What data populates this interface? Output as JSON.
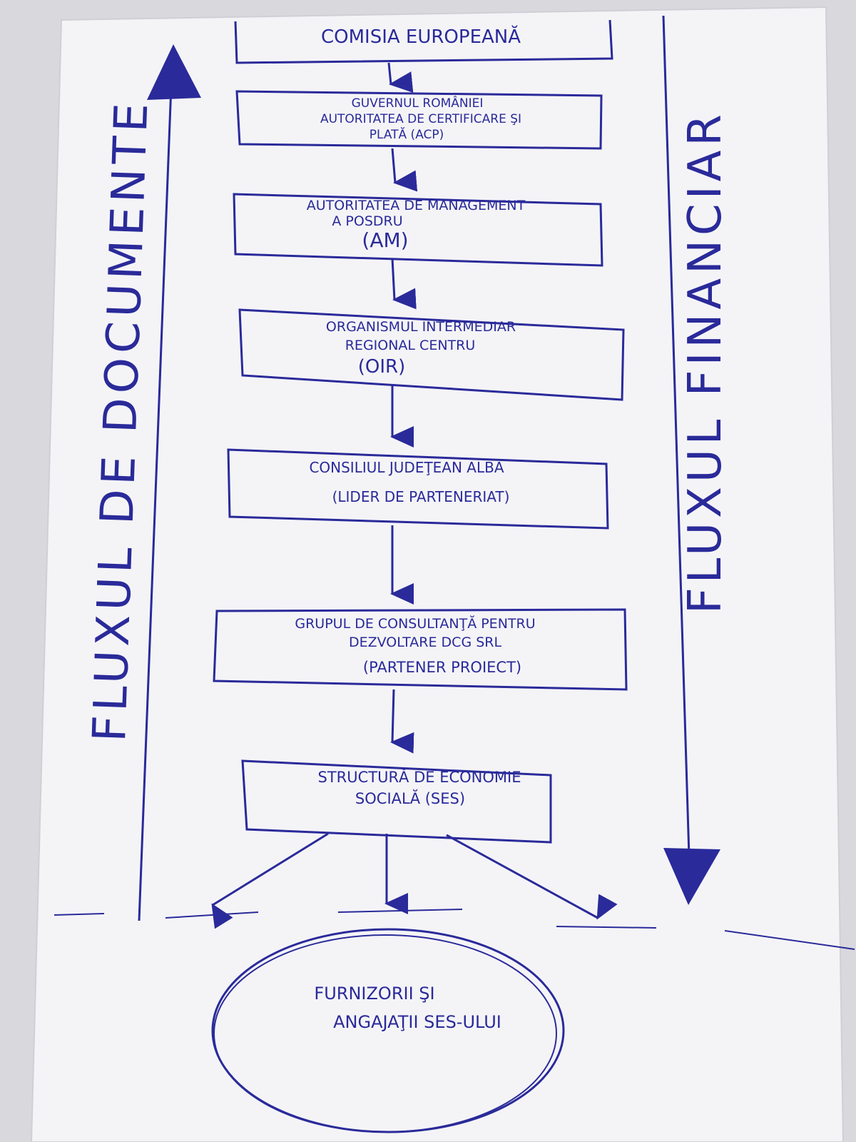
{
  "diagram": {
    "ink_color": "#2a2a9a",
    "paper_color": "#f4f4f7",
    "side_labels": {
      "left": "FLUXUL DE DOCUMENTE",
      "right": "FLUXUL FINANCIAR"
    },
    "boxes": [
      {
        "lines": [
          "COMISIA EUROPEANĂ"
        ]
      },
      {
        "lines": [
          "GUVERNUL ROMÂNIEI",
          "AUTORITATEA DE CERTIFICARE ŞI",
          "PLATĂ (ACP)"
        ]
      },
      {
        "lines": [
          "AUTORITATEA DE MANAGEMENT",
          "A POSDRU",
          "(AM)"
        ]
      },
      {
        "lines": [
          "ORGANISMUL INTERMEDIAR",
          "REGIONAL CENTRU",
          "(OIR)"
        ]
      },
      {
        "lines": [
          "CONSILIUL JUDEŢEAN ALBA",
          "(LIDER DE PARTENERIAT)"
        ]
      },
      {
        "lines": [
          "GRUPUL DE CONSULTANŢĂ PENTRU",
          "DEZVOLTARE DCG SRL",
          "(PARTENER PROIECT)"
        ]
      },
      {
        "lines": [
          "STRUCTURĂ DE ECONOMIE",
          "SOCIALĂ (SES)"
        ]
      }
    ],
    "ellipse": {
      "lines": [
        "FURNIZORII ŞI",
        "ANGAJAŢII SES-ULUI"
      ]
    }
  }
}
